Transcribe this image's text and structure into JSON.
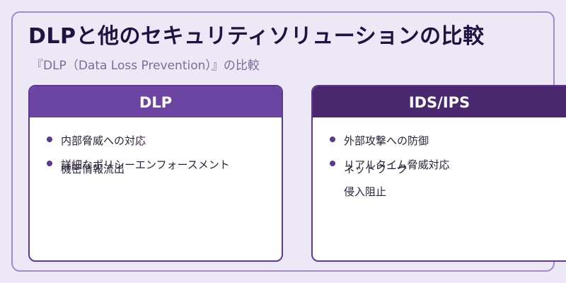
{
  "page": {
    "title": "DLPと他のセキュリティソリューションの比較",
    "subtitle": "『DLP（Data Loss Prevention）』の比較"
  },
  "cards": [
    {
      "header": "DLP",
      "items": [
        "内部脅威への対応",
        "詳細なポリシーエンフォースメント",
        "機密情報流出"
      ]
    },
    {
      "header": "IDS/IPS",
      "items": [
        "外部攻撃への防御",
        "リアルタイム脅威対応",
        "ネットワーク",
        "侵入阻止"
      ]
    }
  ],
  "colors": {
    "accent": "#6c44a2",
    "accent_dark": "#4a2870",
    "background": "#ece8f6"
  }
}
